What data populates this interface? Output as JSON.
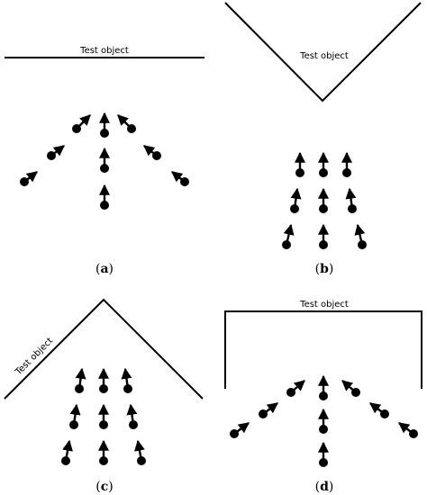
{
  "colors": {
    "ink": "#000000",
    "background": "#ffffff"
  },
  "panels": [
    {
      "id": "a",
      "letter": "a",
      "open": "(",
      "close": ")",
      "object_label": "Test object",
      "object_shape": "flat-line"
    },
    {
      "id": "b",
      "letter": "b",
      "open": "(",
      "close": ")",
      "object_label": "Test object",
      "object_shape": "v-shape"
    },
    {
      "id": "c",
      "letter": "c",
      "open": "(",
      "close": ")",
      "object_label": "Test object",
      "object_shape": "inverted-v"
    },
    {
      "id": "d",
      "letter": "d",
      "open": "(",
      "close": ")",
      "object_label": "Test object",
      "object_shape": "three-sided-box"
    }
  ]
}
